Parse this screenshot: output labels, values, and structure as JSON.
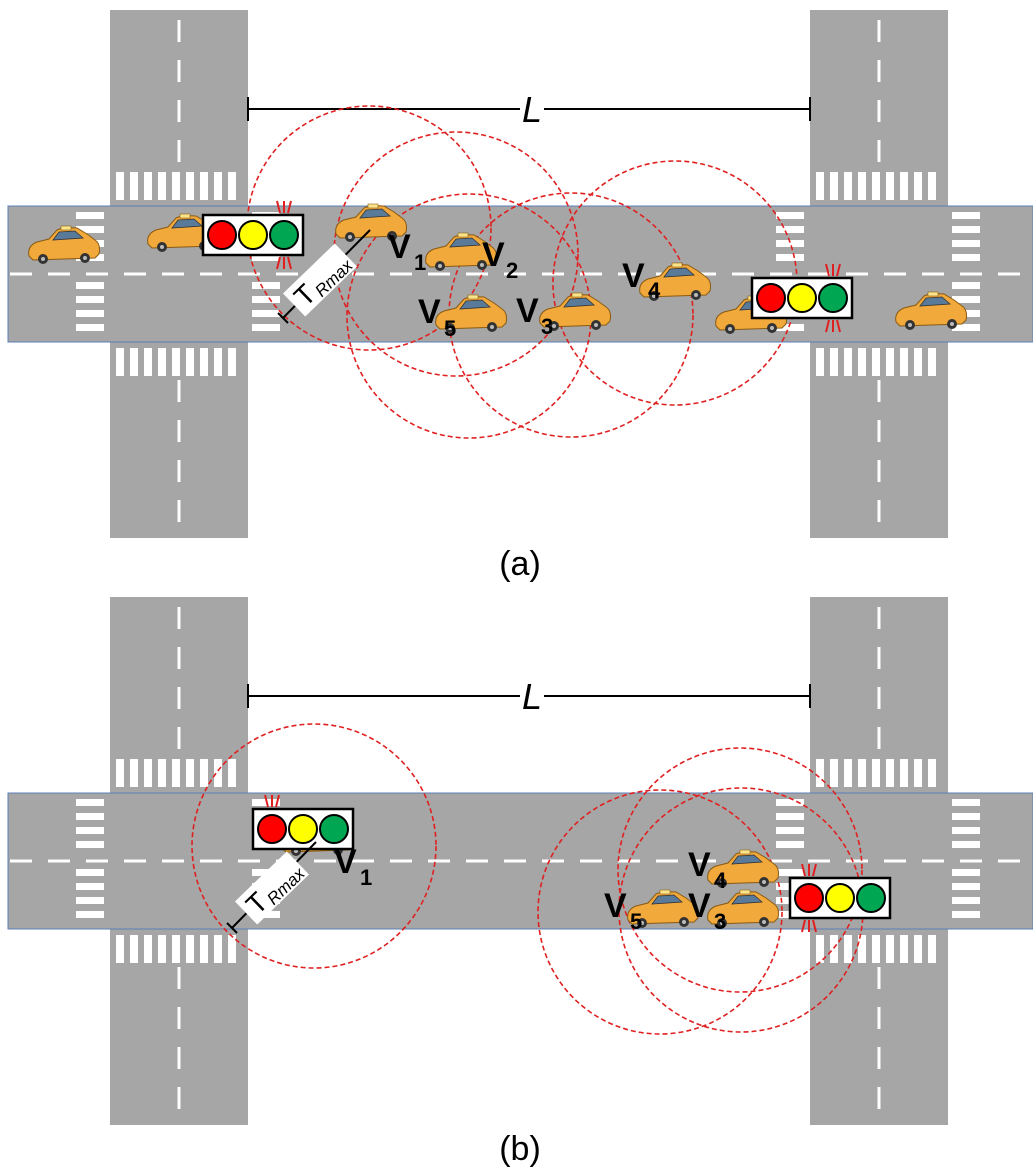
{
  "panels": [
    {
      "caption": "(a)",
      "distance_label": "L",
      "range_label": {
        "base": "T",
        "sub": "Rmax"
      },
      "vehicles": [
        {
          "id": "v1",
          "base": "V",
          "sub": "1"
        },
        {
          "id": "v2",
          "base": "V",
          "sub": "2"
        },
        {
          "id": "v3",
          "base": "V",
          "sub": "3"
        },
        {
          "id": "v4",
          "base": "V",
          "sub": "4"
        },
        {
          "id": "v5",
          "base": "V",
          "sub": "5"
        }
      ]
    },
    {
      "caption": "(b)",
      "distance_label": "L",
      "range_label": {
        "base": "T",
        "sub": "Rmax"
      },
      "vehicles": [
        {
          "id": "v1",
          "base": "V",
          "sub": "1"
        },
        {
          "id": "v3",
          "base": "V",
          "sub": "3"
        },
        {
          "id": "v4",
          "base": "V",
          "sub": "4"
        },
        {
          "id": "v5",
          "base": "V",
          "sub": "5"
        }
      ]
    }
  ],
  "colors": {
    "road": "#a6a6a6",
    "marking": "#ffffff",
    "range_circle": "#e02020",
    "signal_red": "#ff0000",
    "signal_yellow": "#ffff00",
    "signal_green": "#00a651",
    "car_body": "#f2a93b",
    "road_edge": "#5b7fb5"
  },
  "icons": [
    "taxi-car-icon",
    "traffic-light-icon",
    "communication-range-circle"
  ]
}
